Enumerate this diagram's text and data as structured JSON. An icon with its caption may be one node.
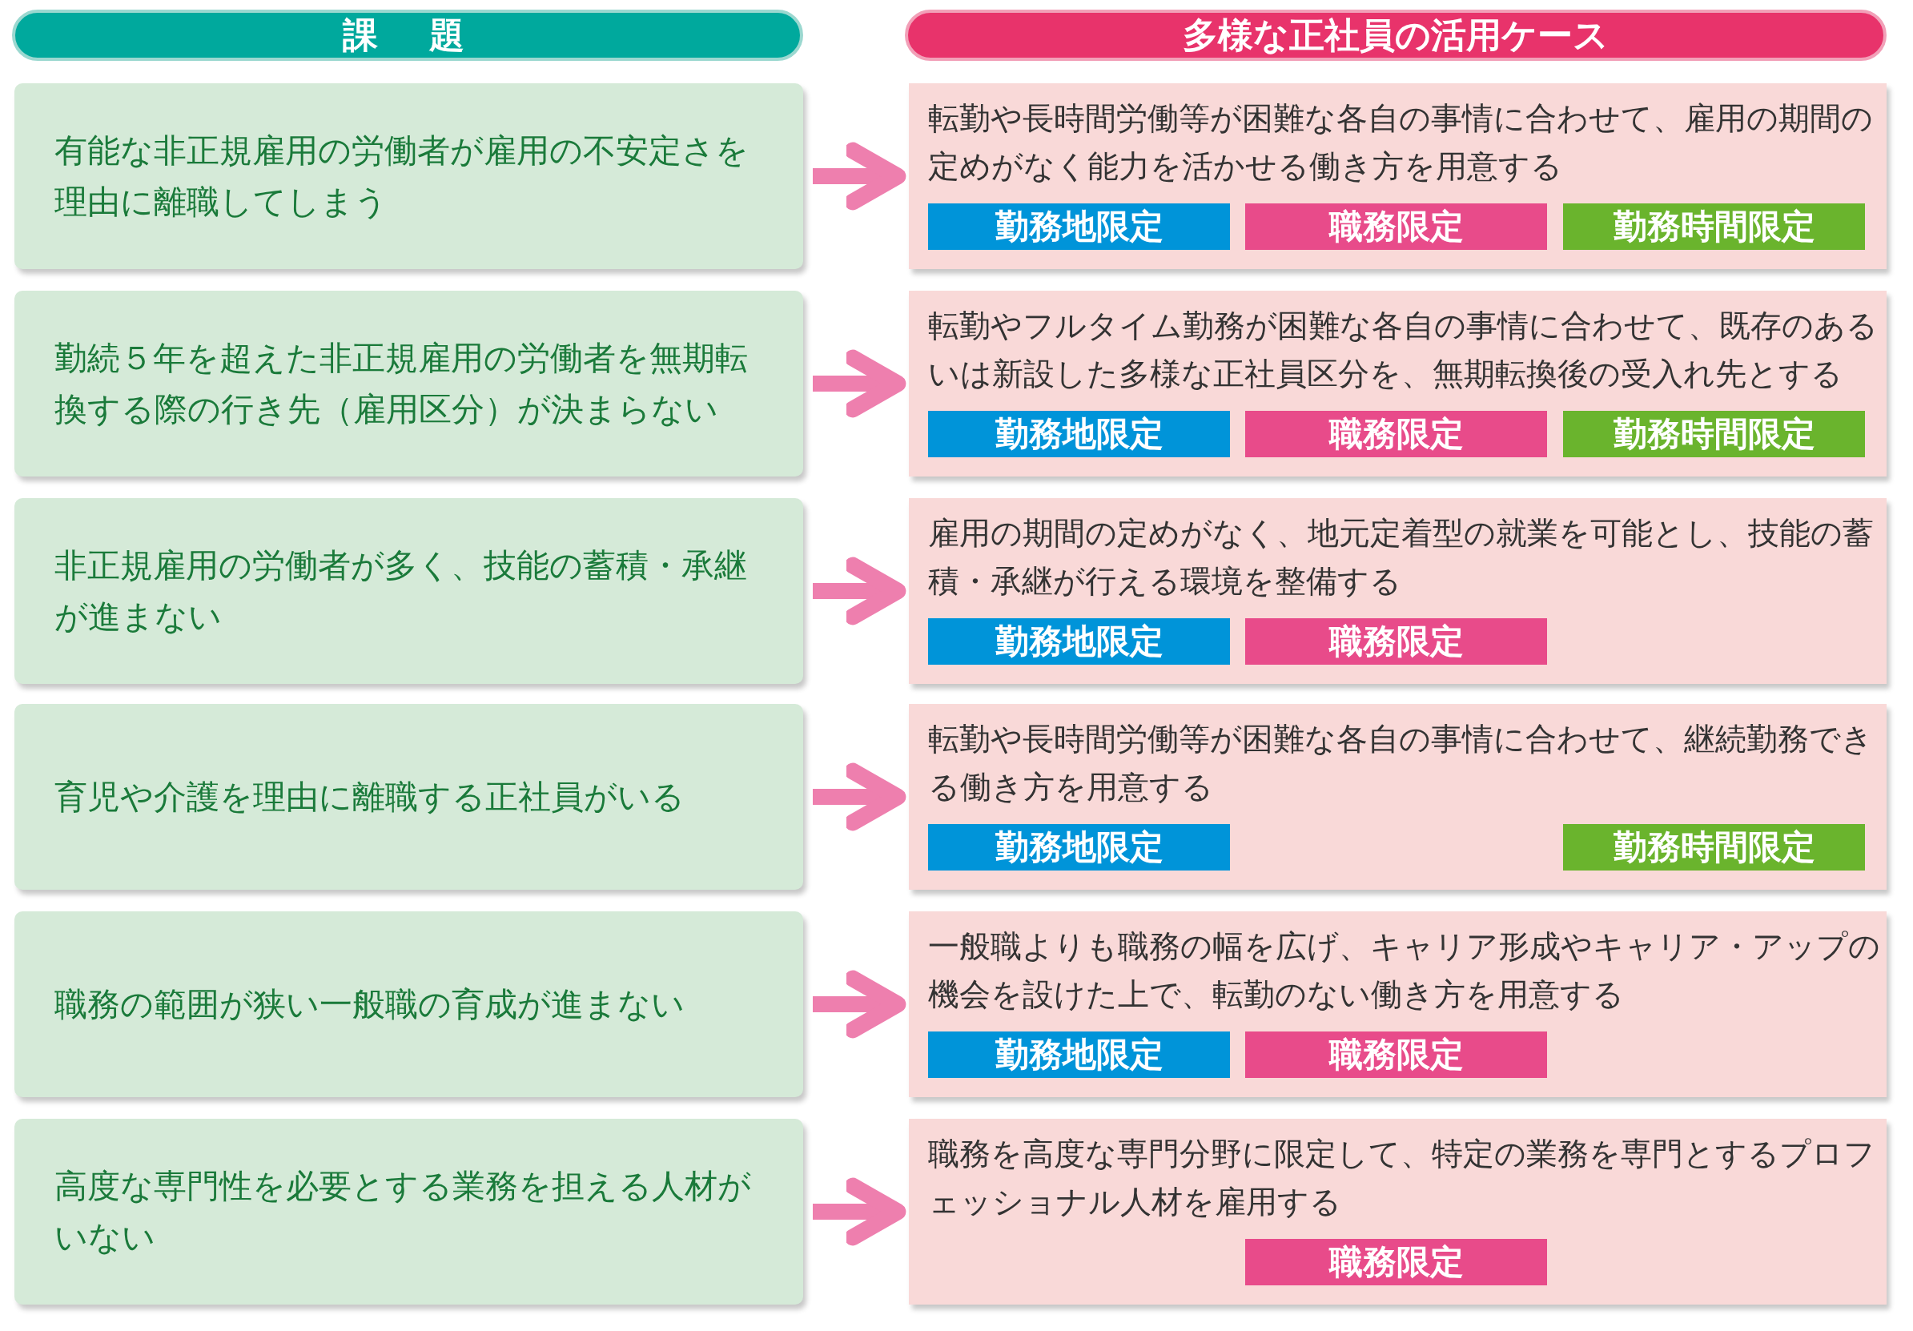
{
  "diagram": {
    "nodes": [
      {
        "text": [
          "課　題"
        ]
      },
      {
        "text": [
          "多様な正社員の活用ケース"
        ]
      },
      {
        "text": [
          "有能な非正規雇用の労働者が雇用の不安定さを理由に離職してしまう"
        ]
      },
      {
        "text": [
          "転勤や長時間労働等が困難な各自の事情に合わせて、雇用の期間の定めがなく能力を活かせる働き方を用意する"
        ]
      },
      {
        "text": [
          "勤務地限定"
        ],
        "in": 3
      },
      {
        "text": [
          "職務限定"
        ],
        "in": 3
      },
      {
        "text": [
          "勤務時間限定"
        ],
        "in": 3
      },
      {
        "text": [
          "勤続５年を超えた非正規雇用の労働者を無期転換する際の行き先（雇用区分）が決まらない"
        ]
      },
      {
        "text": [
          "転勤やフルタイム勤務が困難な各自の事情に合わせて、既存のあるいは新設した多様な正社員区分を、無期転換後の受入れ先とする"
        ]
      },
      {
        "text": [
          "勤務地限定"
        ],
        "in": 8
      },
      {
        "text": [
          "職務限定"
        ],
        "in": 8
      },
      {
        "text": [
          "勤務時間限定"
        ],
        "in": 8
      },
      {
        "text": [
          "非正規雇用の労働者が多く、技能の蓄積・承継が進まない"
        ]
      },
      {
        "text": [
          "雇用の期間の定めがなく、地元定着型の就業を可能とし、技能の蓄積・承継が行える環境を整備する"
        ]
      },
      {
        "text": [
          "勤務地限定"
        ],
        "in": 13
      },
      {
        "text": [
          "職務限定"
        ],
        "in": 13
      },
      {
        "text": [
          "育児や介護を理由に離職する正社員がいる"
        ]
      },
      {
        "text": [
          "転勤や長時間労働等が困難な各自の事情に合わせて、継続勤務できる働き方を用意する"
        ]
      },
      {
        "text": [
          "勤務地限定"
        ],
        "in": 17
      },
      {
        "text": [
          "勤務時間限定"
        ],
        "in": 17
      },
      {
        "text": [
          "職務の範囲が狭い一般職の育成が進まない"
        ]
      },
      {
        "text": [
          "一般職よりも職務の幅を広げ、キャリア形成やキャリア・アップの機会を設けた上で、転勤のない働き方を用意する"
        ]
      },
      {
        "text": [
          "勤務地限定"
        ],
        "in": 21
      },
      {
        "text": [
          "職務限定"
        ],
        "in": 21
      },
      {
        "text": [
          "高度な専門性を必要とする業務を担える人材がいない"
        ]
      },
      {
        "text": [
          "職務を高度な専門分野に限定して、特定の業務を専門とするプロフェッショナル人材を雇用する"
        ]
      },
      {
        "text": [
          "職務限定"
        ],
        "in": 25
      }
    ],
    "edges": [
      {
        "from": 2,
        "to": 3,
        "arrow": "to"
      },
      {
        "from": 7,
        "to": 8,
        "arrow": "to"
      },
      {
        "from": 12,
        "to": 13,
        "arrow": "to"
      },
      {
        "from": 16,
        "to": 17,
        "arrow": "to"
      },
      {
        "from": 20,
        "to": 21,
        "arrow": "to"
      },
      {
        "from": 24,
        "to": 25,
        "arrow": "to"
      }
    ]
  }
}
